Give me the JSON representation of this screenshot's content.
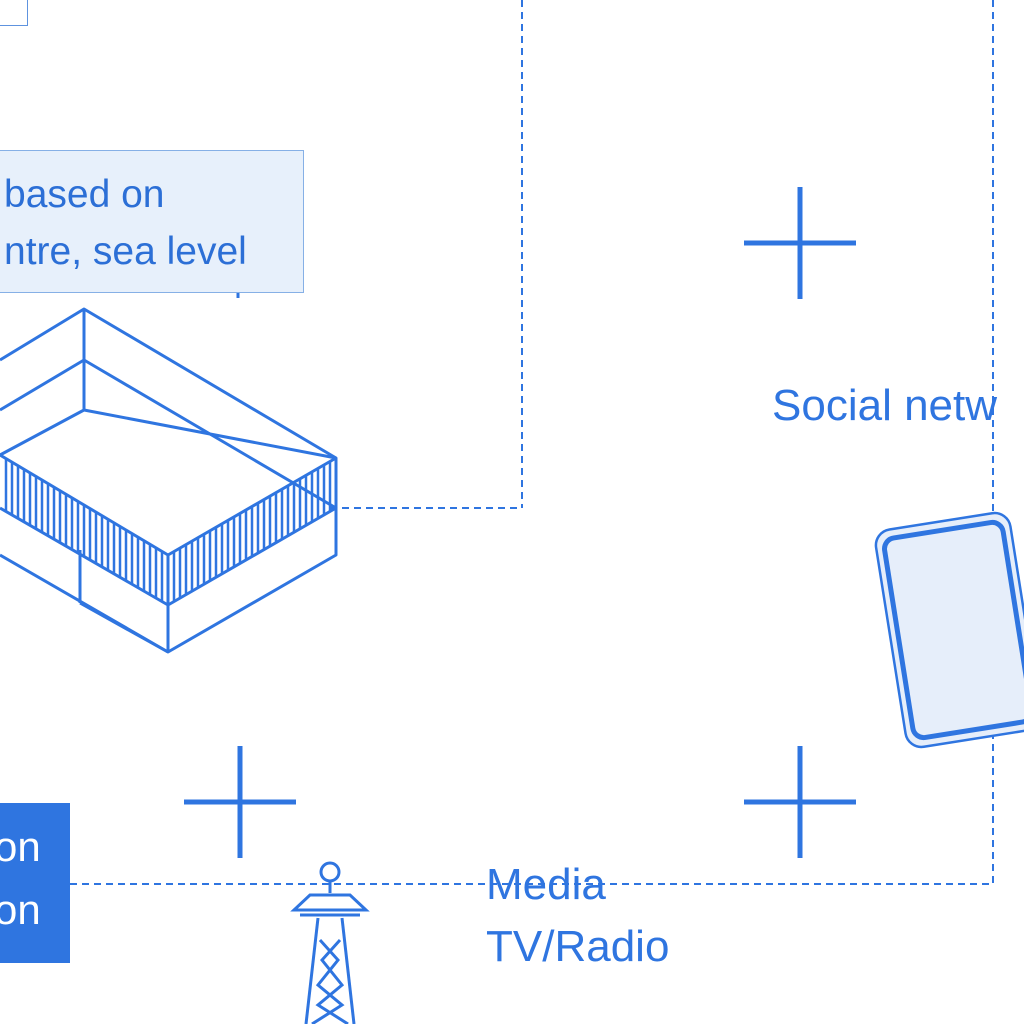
{
  "location_box": {
    "line1": "based on",
    "line2": "ntre, sea level"
  },
  "social_label": "Social netw",
  "media_label": {
    "line1": "Media",
    "line2": "TV/Radio"
  },
  "blue_box": {
    "line1": "on",
    "line2": "on"
  },
  "colors": {
    "line_blue": "#2f75e0",
    "box_fill": "#e7f0fb",
    "phone_fill": "#e6eefa"
  }
}
